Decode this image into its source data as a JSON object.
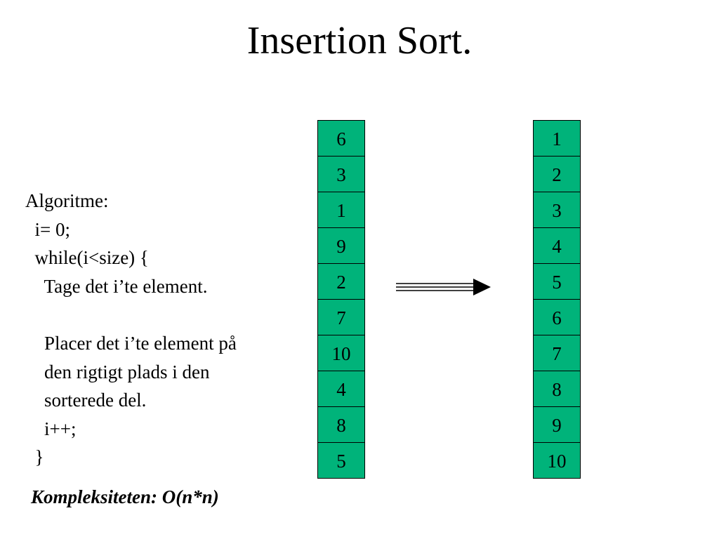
{
  "slide": {
    "title": "Insertion Sort.",
    "algorithm_lines": [
      "Algoritme:",
      "  i= 0;",
      "  while(i<size) {",
      "    Tage det i’te element.",
      "",
      "    Placer det i’te element på",
      "    den rigtigt plads i den",
      "    sorterede del.",
      "    i++;",
      "  }"
    ],
    "complexity": "Kompleksiteten: O(n*n)"
  },
  "arrays": {
    "unsorted": [
      "6",
      "3",
      "1",
      "9",
      "2",
      "7",
      "10",
      "4",
      "8",
      "5"
    ],
    "sorted": [
      "1",
      "2",
      "3",
      "4",
      "5",
      "6",
      "7",
      "8",
      "9",
      "10"
    ]
  },
  "colors": {
    "cell_fill": "#00b37a",
    "cell_border": "#000000",
    "text": "#000000"
  }
}
